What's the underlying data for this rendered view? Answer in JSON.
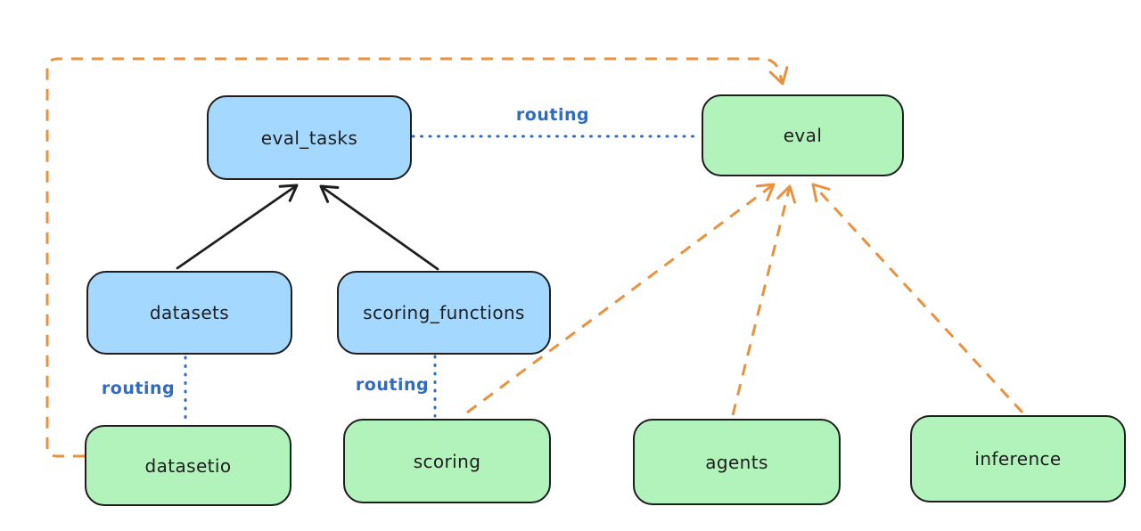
{
  "colors": {
    "background": "#ffffff",
    "node_stroke": "#1e1e1e",
    "blue_fill": "#a5d8ff",
    "green_fill": "#b2f2bb",
    "routing_blue": "#2f6bc2",
    "arrow_black": "#1e1e1e",
    "arrow_orange": "#e8923f"
  },
  "nodes": {
    "eval_tasks": {
      "label": "eval_tasks",
      "color": "#a5d8ff"
    },
    "eval": {
      "label": "eval",
      "color": "#b2f2bb"
    },
    "datasets": {
      "label": "datasets",
      "color": "#a5d8ff"
    },
    "scoring_functions": {
      "label": "scoring_functions",
      "color": "#a5d8ff"
    },
    "datasetio": {
      "label": "datasetio",
      "color": "#b2f2bb"
    },
    "scoring": {
      "label": "scoring",
      "color": "#b2f2bb"
    },
    "agents": {
      "label": "agents",
      "color": "#b2f2bb"
    },
    "inference": {
      "label": "inference",
      "color": "#b2f2bb"
    }
  },
  "edge_labels": {
    "eval_tasks_eval": "routing",
    "datasets_datasetio": "routing",
    "scoring_functions_scoring": "routing"
  },
  "edges": [
    {
      "from": "datasets",
      "to": "eval_tasks",
      "style": "solid-black-arrow"
    },
    {
      "from": "scoring_functions",
      "to": "eval_tasks",
      "style": "solid-black-arrow"
    },
    {
      "from": "eval_tasks",
      "to": "eval",
      "style": "dotted-blue",
      "label": "routing"
    },
    {
      "from": "datasets",
      "to": "datasetio",
      "style": "dotted-blue",
      "label": "routing"
    },
    {
      "from": "scoring_functions",
      "to": "scoring",
      "style": "dotted-blue",
      "label": "routing"
    },
    {
      "from": "datasetio",
      "to": "eval",
      "style": "dashed-orange-arrow"
    },
    {
      "from": "scoring",
      "to": "eval",
      "style": "dashed-orange-arrow"
    },
    {
      "from": "agents",
      "to": "eval",
      "style": "dashed-orange-arrow"
    },
    {
      "from": "inference",
      "to": "eval",
      "style": "dashed-orange-arrow"
    }
  ]
}
